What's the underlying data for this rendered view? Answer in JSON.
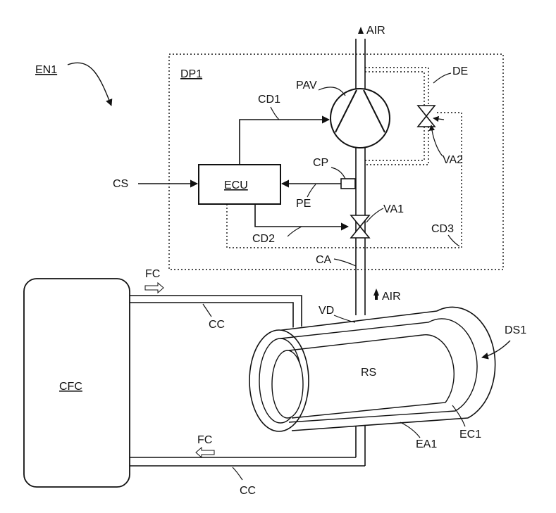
{
  "labels": {
    "en1": "EN1",
    "dp1": "DP1",
    "pav": "PAV",
    "de": "DE",
    "cd1": "CD1",
    "cs": "CS",
    "ecu": "ECU",
    "cp": "CP",
    "pe": "PE",
    "va1": "VA1",
    "va2": "VA2",
    "cd2": "CD2",
    "cd3": "CD3",
    "ca": "CA",
    "air_top": "AIR",
    "air_mid": "AIR",
    "fc_top": "FC",
    "fc_bottom": "FC",
    "cc_top": "CC",
    "cc_bottom": "CC",
    "vd": "VD",
    "ds1": "DS1",
    "rs": "RS",
    "cfc": "CFC",
    "ea1": "EA1",
    "ec1": "EC1"
  }
}
